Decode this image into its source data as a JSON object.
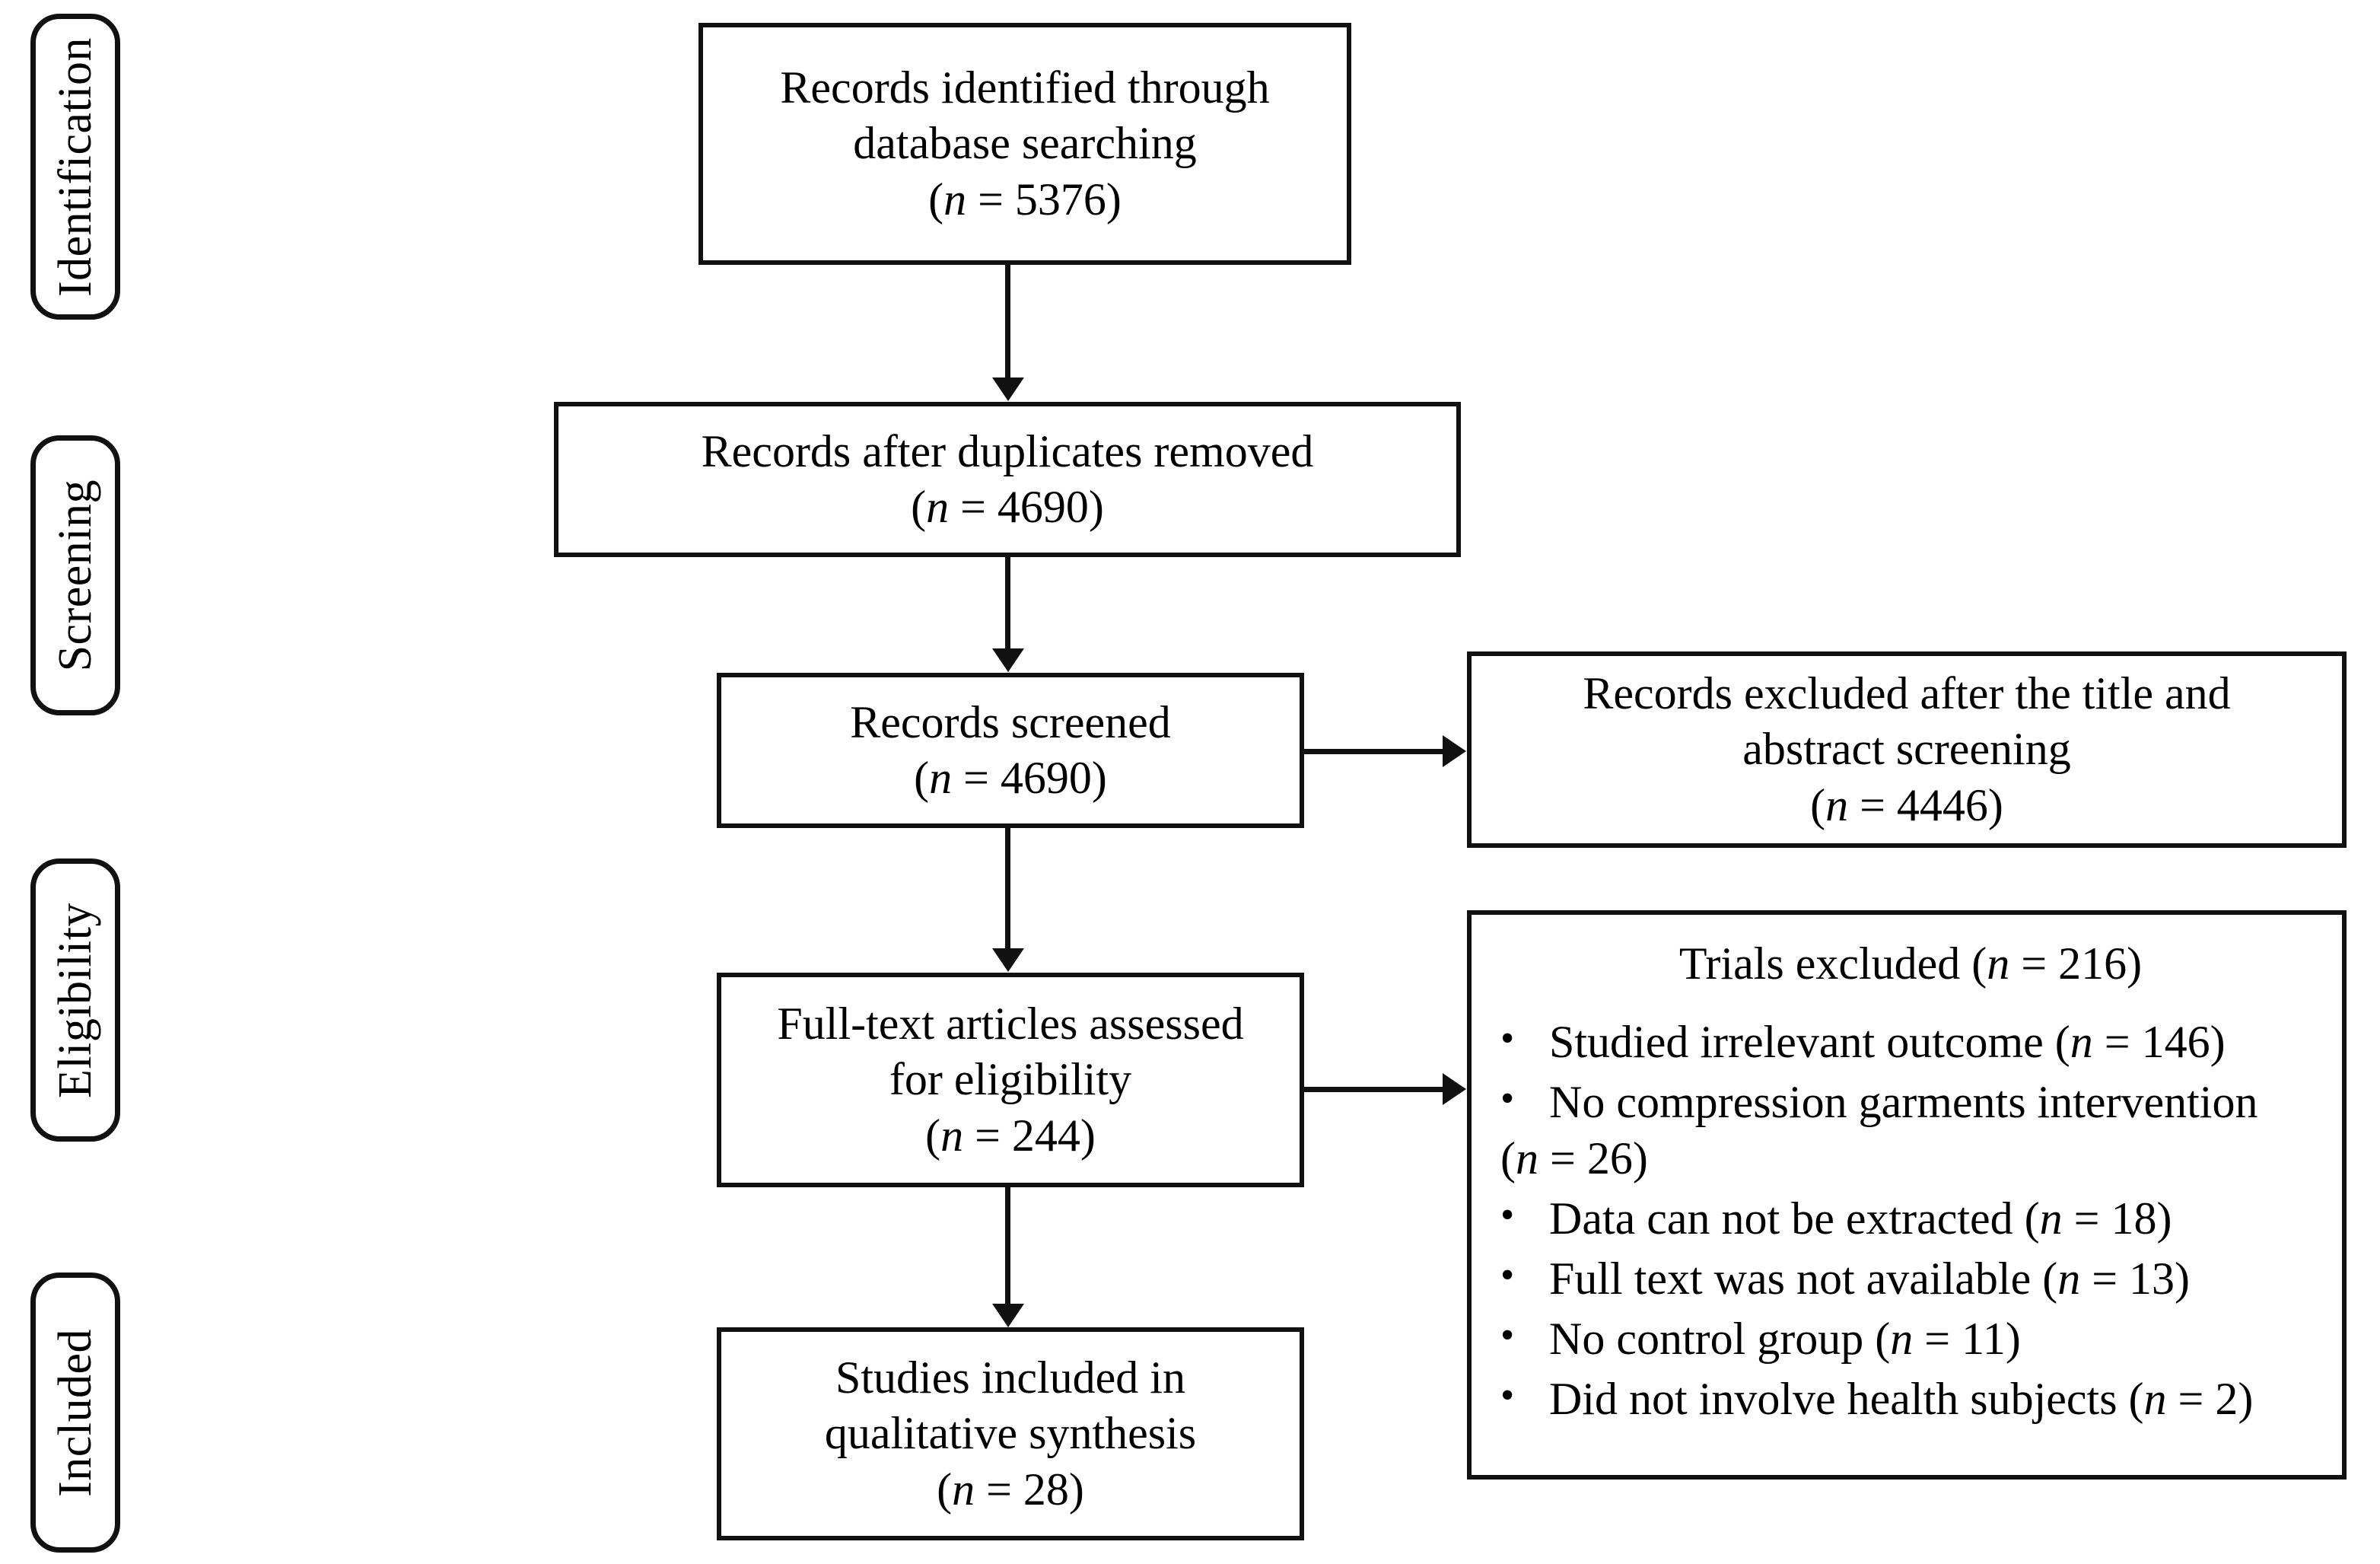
{
  "diagram": {
    "type": "prisma-flow-diagram",
    "stages": [
      {
        "id": "identification",
        "label": "Identification"
      },
      {
        "id": "screening",
        "label": "Screening"
      },
      {
        "id": "eligibility",
        "label": "Eligibility"
      },
      {
        "id": "included",
        "label": "Included"
      }
    ],
    "boxes": {
      "identified": {
        "line1": "Records identified through",
        "line2": "database searching",
        "n_prefix": "(",
        "n_symbol": "n",
        "n_eq": " = ",
        "n_value": "5376",
        "n_suffix": ")"
      },
      "duplicates_removed": {
        "line1": "Records after duplicates removed",
        "n_prefix": "(",
        "n_symbol": "n",
        "n_eq": " = ",
        "n_value": "4690",
        "n_suffix": ")"
      },
      "screened": {
        "line1": "Records screened",
        "n_prefix": "(",
        "n_symbol": "n",
        "n_eq": " = ",
        "n_value": "4690",
        "n_suffix": ")"
      },
      "excluded_title_abstract": {
        "line1": "Records excluded after the title and",
        "line2": "abstract screening",
        "n_prefix": "(",
        "n_symbol": "n",
        "n_eq": " = ",
        "n_value": "4446",
        "n_suffix": ")"
      },
      "fulltext_assessed": {
        "line1": "Full-text articles assessed",
        "line2": "for eligibility",
        "n_prefix": "(",
        "n_symbol": "n",
        "n_eq": " = ",
        "n_value": "244",
        "n_suffix": ")"
      },
      "trials_excluded": {
        "title_text": "Trials excluded (",
        "title_n_symbol": "n",
        "title_n_eq": " = ",
        "title_n_value": "216",
        "title_n_suffix": ")",
        "items": [
          {
            "text": "Studied irrelevant outcome (",
            "n_symbol": "n",
            "n_eq": " = ",
            "n_value": "146",
            "n_suffix": ")",
            "wrap_text": "",
            "wraps": false
          },
          {
            "text": "No compression garments intervention",
            "n_symbol": "n",
            "n_eq": " = ",
            "n_value": "26",
            "n_suffix": ")",
            "wrap_text": "(",
            "wraps": true
          },
          {
            "text": "Data can not be extracted (",
            "n_symbol": "n",
            "n_eq": " = ",
            "n_value": "18",
            "n_suffix": ")",
            "wrap_text": "",
            "wraps": false
          },
          {
            "text": "Full text was not available (",
            "n_symbol": "n",
            "n_eq": " = ",
            "n_value": "13",
            "n_suffix": ")",
            "wrap_text": "",
            "wraps": false
          },
          {
            "text": "No control group (",
            "n_symbol": "n",
            "n_eq": " = ",
            "n_value": "11",
            "n_suffix": ")",
            "wrap_text": "",
            "wraps": false
          },
          {
            "text": "Did not involve health subjects (",
            "n_symbol": "n",
            "n_eq": " = ",
            "n_value": "2",
            "n_suffix": ")",
            "wrap_text": "",
            "wraps": false
          }
        ],
        "bullet_glyph": "•"
      },
      "studies_included": {
        "line1": "Studies included in",
        "line2": "qualitative synthesis",
        "n_prefix": "(",
        "n_symbol": "n",
        "n_eq": " = ",
        "n_value": "28",
        "n_suffix": ")"
      }
    },
    "colors": {
      "stroke": "#111111",
      "background": "#ffffff",
      "text": "#000000"
    }
  }
}
